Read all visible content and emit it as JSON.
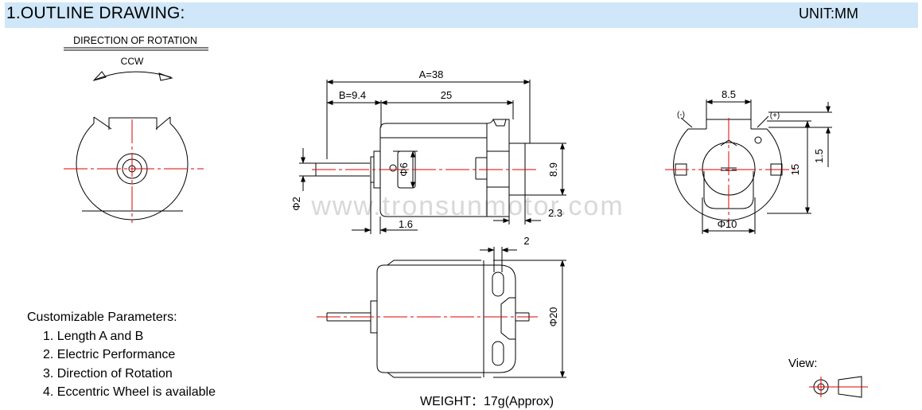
{
  "header": {
    "title": "1.OUTLINE DRAWING:",
    "unit": "UNIT:MM"
  },
  "rotation": {
    "heading": "DIRECTION OF ROTATION",
    "direction": "CCW"
  },
  "dimensions": {
    "a": "A=38",
    "b": "B=9.4",
    "body_len": "25",
    "shaft_dia": "Φ2",
    "boss_dia": "Φ6",
    "height": "8.9",
    "end_cap": "2.3",
    "shaft_offset": "1.6",
    "terminal_width": "8.5",
    "end_dia": "Φ10",
    "width": "15",
    "terminal_offset": "1.5",
    "neg": "(-)",
    "pos": "(+)",
    "tab_width": "2",
    "body_dia": "Φ20"
  },
  "watermark": "www.tronsunmotor.com",
  "parameters": {
    "heading": "Customizable Parameters:",
    "items": [
      "1. Length A and B",
      "2. Electric Performance",
      "3. Direction of Rotation",
      "4. Eccentric Wheel is available"
    ]
  },
  "weight": "WEIGHT：17g(Approx)",
  "view_label": "View:",
  "colors": {
    "header_bg": "#cfe7f8",
    "centerline": "#e00000",
    "line": "#000000"
  }
}
